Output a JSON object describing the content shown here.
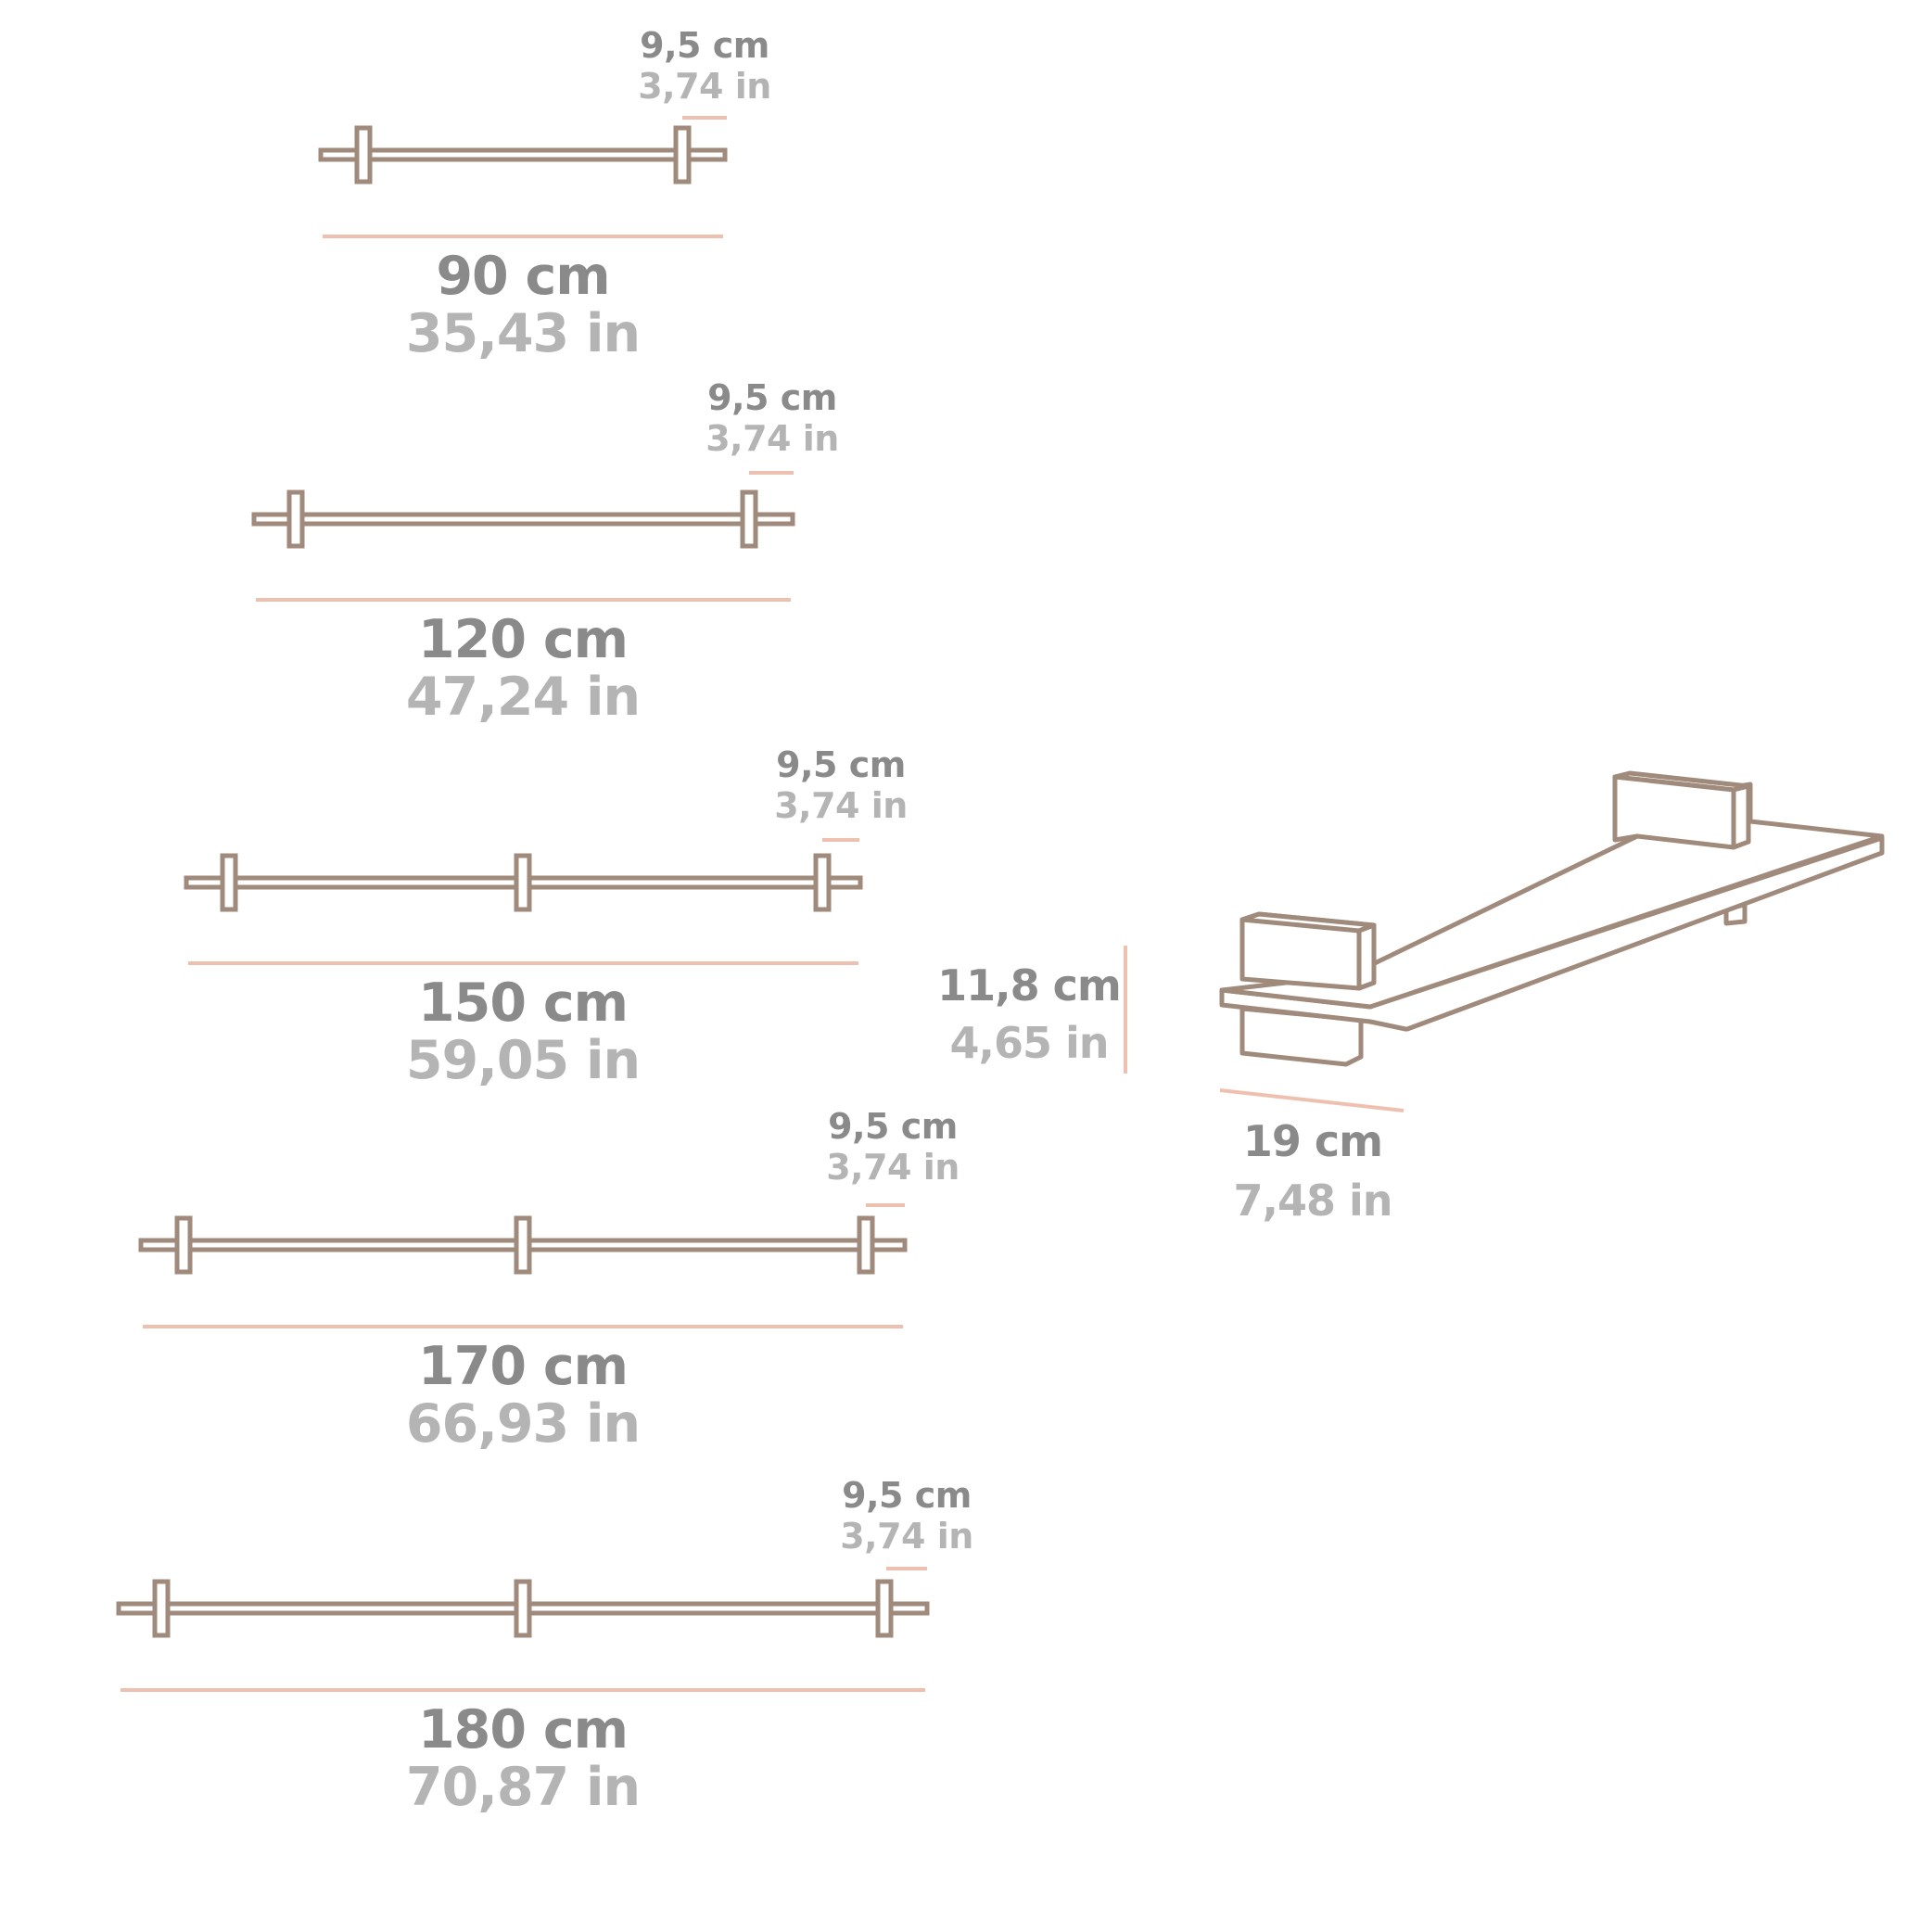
{
  "colors": {
    "shelf_stroke": "#a08a7c",
    "dimension_line": "#eec0b0",
    "label_cm": "#8a8a8a",
    "label_in": "#b4b4b4"
  },
  "shelves": [
    {
      "length_cm": "90 cm",
      "length_in": "35,43 in",
      "offset_cm": "9,5 cm",
      "offset_in": "3,74 in",
      "brackets": 2
    },
    {
      "length_cm": "120 cm",
      "length_in": "47,24 in",
      "offset_cm": "9,5 cm",
      "offset_in": "3,74 in",
      "brackets": 2
    },
    {
      "length_cm": "150 cm",
      "length_in": "59,05 in",
      "offset_cm": "9,5 cm",
      "offset_in": "3,74 in",
      "brackets": 3
    },
    {
      "length_cm": "170 cm",
      "length_in": "66,93 in",
      "offset_cm": "9,5 cm",
      "offset_in": "3,74 in",
      "brackets": 3
    },
    {
      "length_cm": "180 cm",
      "length_in": "70,87 in",
      "offset_cm": "9,5 cm",
      "offset_in": "3,74 in",
      "brackets": 3
    }
  ],
  "perspective": {
    "height_cm": "11,8 cm",
    "height_in": "4,65 in",
    "depth_cm": "19 cm",
    "depth_in": "7,48 in"
  }
}
